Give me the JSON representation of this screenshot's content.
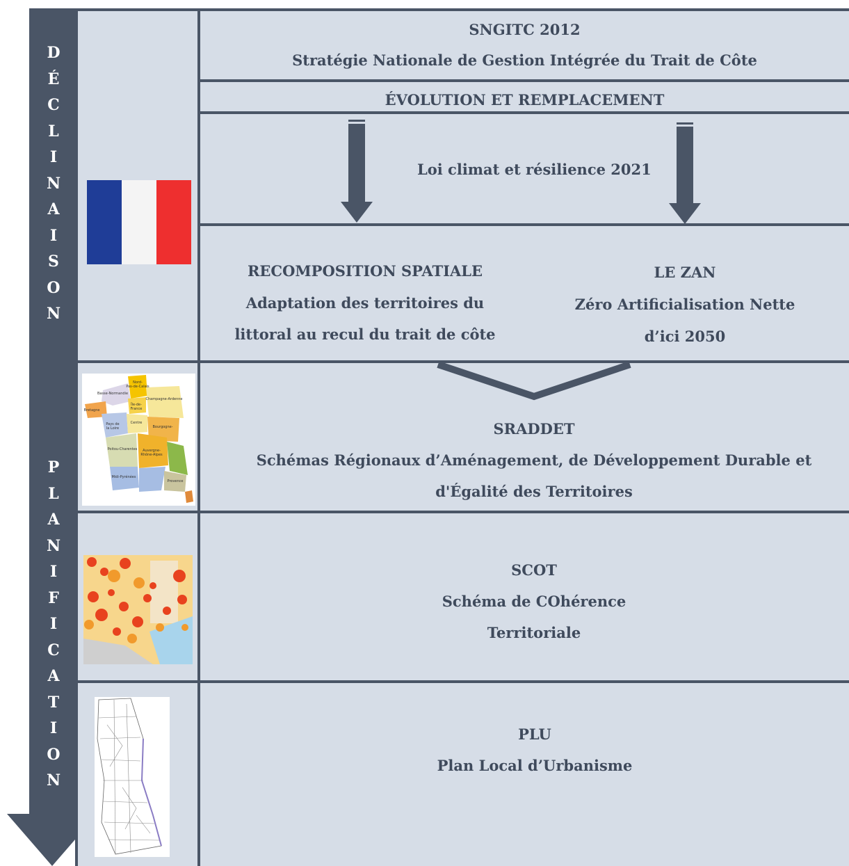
{
  "side_arrow": {
    "word_top": "DÉCLINAISON",
    "word_bottom": "PLANIFICATION"
  },
  "rows": {
    "sngitc": {
      "title": "SNGITC 2012",
      "subtitle": "Stratégie Nationale de Gestion Intégrée du Trait de Côte"
    },
    "evolution": {
      "title": "ÉVOLUTION ET REMPLACEMENT"
    },
    "loi": {
      "title": "Loi climat et résilience 2021"
    },
    "recomposition": {
      "title": "RECOMPOSITION SPATIALE",
      "line1": "Adaptation des territoires du",
      "line2": "littoral au recul du trait de côte"
    },
    "zan": {
      "title": "LE ZAN",
      "line1": "Zéro Artificialisation Nette",
      "line2": "d’ici 2050"
    },
    "sraddet": {
      "title": "SRADDET",
      "line1": "Schémas Régionaux d’Aménagement, de Développement Durable et",
      "line2": "d'Égalité des Territoires"
    },
    "scot": {
      "title": "SCOT",
      "line1": "Schéma de COhérence",
      "line2": "Territoriale"
    },
    "plu": {
      "title": "PLU",
      "subtitle": "Plan Local d’Urbanisme"
    }
  },
  "colors": {
    "panel": "#d6dde7",
    "line": "#4a5566",
    "arrow": "#4a5566",
    "text": "#3f4a5c",
    "flag_blue": "#1f3d97",
    "flag_white": "#f4f4f4",
    "flag_red": "#ee2f2f"
  },
  "icons": {
    "flag": "france-flag-image",
    "regions_map": "france-regions-map-image",
    "scot_map": "scot-heatmap-image",
    "plu_map": "plu-communes-map-image"
  }
}
